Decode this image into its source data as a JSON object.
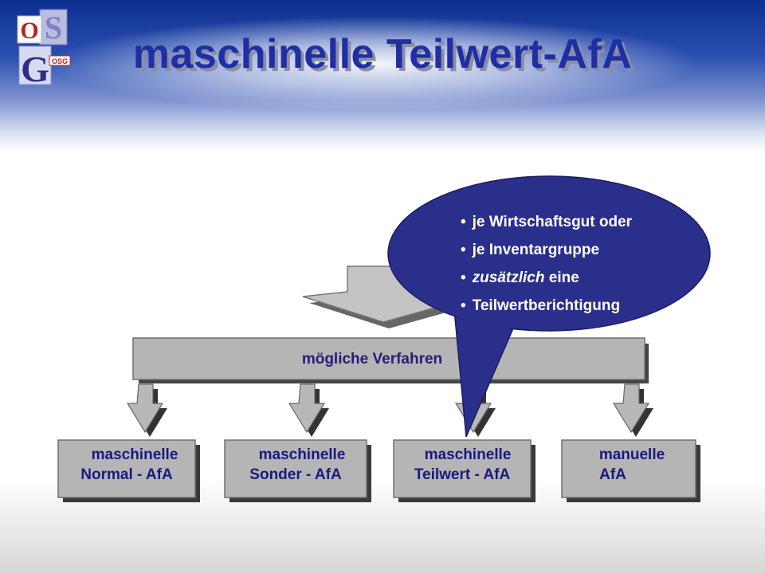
{
  "title": "maschinelle Teilwert-AfA",
  "logo": {
    "letters": [
      "O",
      "S",
      "G"
    ],
    "small_text": "OSG"
  },
  "main_box": {
    "label": "mögliche Verfahren"
  },
  "methods": [
    {
      "line1": "maschinelle",
      "line2": "Normal - AfA"
    },
    {
      "line1": "maschinelle",
      "line2": "Sonder - AfA"
    },
    {
      "line1": "maschinelle",
      "line2": "Teilwert - AfA"
    },
    {
      "line1": "manuelle",
      "line2": "AfA"
    }
  ],
  "callout": {
    "bullets": [
      {
        "text": "je Wirtschaftsgut oder"
      },
      {
        "text": "je Inventargruppe"
      },
      {
        "emph": "zusätzlich",
        "text": " eine"
      },
      {
        "text": "Teilwertberichtigung"
      }
    ]
  },
  "colors": {
    "header_dark": "#0d2f8f",
    "title": "#1d2fa3",
    "box_fill": "#b5b5b5",
    "callout_fill": "#2a2f8c",
    "text_dark": "#1a1a80"
  }
}
